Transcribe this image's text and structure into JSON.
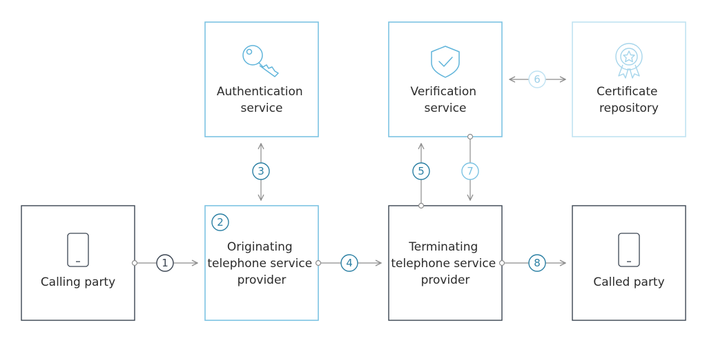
{
  "nodes": {
    "calling_party": {
      "label": "Calling party"
    },
    "originating": {
      "step": "2",
      "lines": [
        "Originating",
        "telephone service",
        "provider"
      ]
    },
    "terminating": {
      "lines": [
        "Terminating",
        "telephone service",
        "provider"
      ]
    },
    "called_party": {
      "label": "Called party"
    },
    "authentication": {
      "lines": [
        "Authentication",
        "service"
      ]
    },
    "verification": {
      "lines": [
        "Verification",
        "service"
      ]
    },
    "certificate": {
      "lines": [
        "Certificate",
        "repository"
      ]
    }
  },
  "steps": {
    "s1": "1",
    "s3": "3",
    "s4": "4",
    "s5": "5",
    "s6": "6",
    "s7": "7",
    "s8": "8"
  },
  "colors": {
    "dark": "#3a4451",
    "teal": "#2a7fa3",
    "light_blue": "#7cc3e3",
    "pale_blue": "#bfe2f2",
    "arrow_gray": "#8c8c8c",
    "text": "#2b2b2b"
  },
  "icons": {
    "calling_party": "phone-icon",
    "called_party": "phone-icon",
    "authentication": "key-icon",
    "verification": "shield-check-icon",
    "certificate": "certificate-badge-icon"
  }
}
